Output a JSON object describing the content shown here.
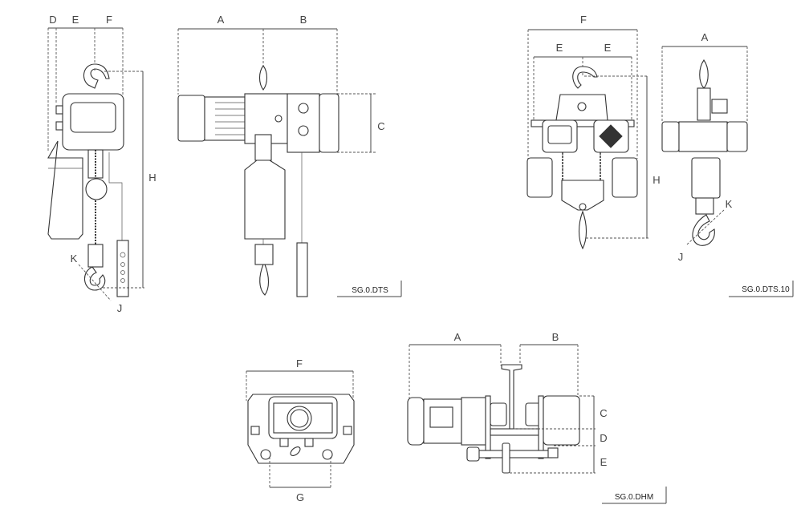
{
  "drawings": [
    {
      "code": "SG.0.DTS",
      "view": "side",
      "labels": {
        "D": "D",
        "E": "E",
        "F": "F",
        "H": "H",
        "K": "K",
        "J": "J"
      }
    },
    {
      "code": "SG.0.DTS",
      "view": "front",
      "labels": {
        "A": "A",
        "B": "B",
        "C": "C"
      }
    },
    {
      "code": "SG.0.DTS.10",
      "view": "double-front",
      "labels": {
        "F": "F",
        "E1": "E",
        "E2": "E",
        "H": "H"
      }
    },
    {
      "code": "SG.0.DTS.10",
      "view": "side",
      "labels": {
        "A": "A",
        "K": "K",
        "J": "J"
      }
    },
    {
      "code": "SG.0.DHM",
      "view": "trolley-end",
      "labels": {
        "F": "F",
        "G": "G"
      }
    },
    {
      "code": "SG.0.DHM",
      "view": "trolley-side",
      "labels": {
        "A": "A",
        "B": "B",
        "C": "C",
        "D": "D",
        "E": "E"
      }
    }
  ],
  "codes": {
    "dts": "SG.0.DTS",
    "dts10": "SG.0.DTS.10",
    "dhm": "SG.0.DHM"
  }
}
